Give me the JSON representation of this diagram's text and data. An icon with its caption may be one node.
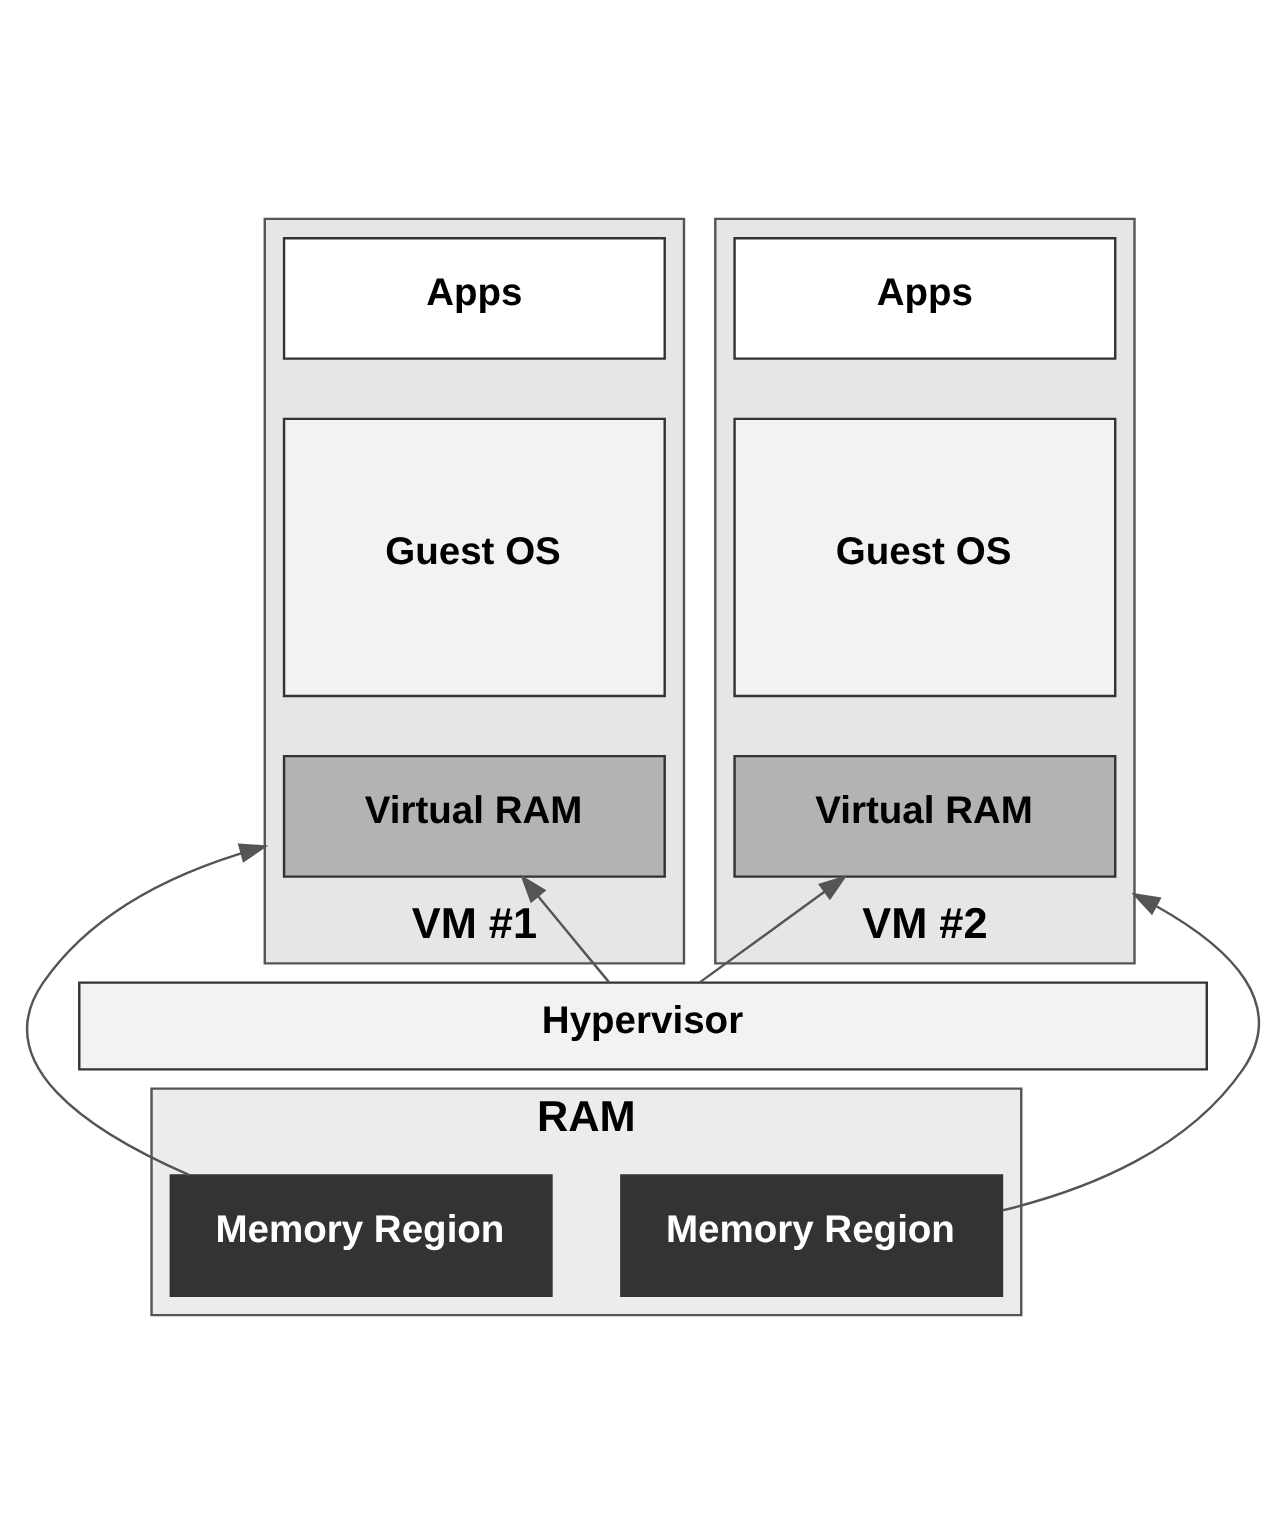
{
  "diagram": {
    "nodes": [
      {
        "text": [
          "VM #1"
        ]
      },
      {
        "text": [
          "Apps"
        ],
        "in": 0
      },
      {
        "text": [
          "Guest OS"
        ],
        "in": 0
      },
      {
        "text": [
          "Virtual RAM"
        ],
        "in": 0
      },
      {
        "text": [
          "VM #2"
        ]
      },
      {
        "text": [
          "Apps"
        ],
        "in": 4
      },
      {
        "text": [
          "Guest OS"
        ],
        "in": 4
      },
      {
        "text": [
          "Virtual RAM"
        ],
        "in": 4
      },
      {
        "text": [
          "Hypervisor"
        ]
      },
      {
        "text": [
          "RAM"
        ]
      },
      {
        "text": [
          "Memory Region"
        ],
        "in": 9
      },
      {
        "text": [
          "Memory Region"
        ],
        "in": 9
      }
    ],
    "edges": [
      {
        "from": 10,
        "to": 0,
        "arrow": "to"
      },
      {
        "from": 8,
        "to": 3,
        "arrow": "to"
      },
      {
        "from": 8,
        "to": 7,
        "arrow": "to"
      },
      {
        "from": 11,
        "to": 4,
        "arrow": "to"
      }
    ]
  }
}
